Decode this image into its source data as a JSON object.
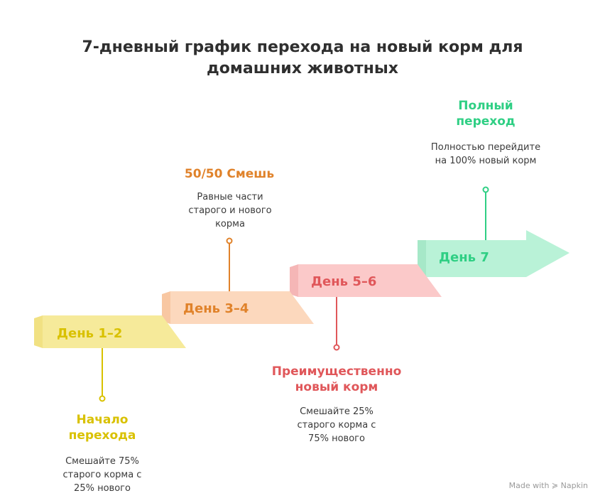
{
  "title": "7-дневный график перехода на новый корм для домашних животных",
  "steps": [
    {
      "day": "День 1–2",
      "heading": "Начало перехода",
      "description": "Смешайте 75% старого корма с 25% нового"
    },
    {
      "day": "День 3–4",
      "heading": "50/50 Смешь",
      "description": "Равные части старого и нового корма"
    },
    {
      "day": "День 5–6",
      "heading": "Преимущественно новый корм",
      "description": "Смешайте 25% старого корма с 75% нового"
    },
    {
      "day": "День 7",
      "heading": "Полный переход",
      "description": "Полностью перейдите на 100% новый корм"
    }
  ],
  "colors": {
    "step1": "#f6ea9a",
    "step1_text": "#d9c100",
    "step2": "#fcd8bd",
    "step2_text": "#e0822a",
    "step3": "#fbc9c9",
    "step3_text": "#e0575a",
    "step4": "#b9f2d7",
    "step4_text": "#2fcf84"
  },
  "footer": "Made with ≽ Napkin"
}
